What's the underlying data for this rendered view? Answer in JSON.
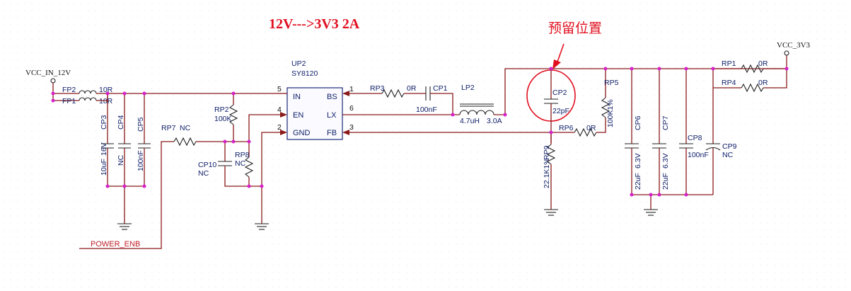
{
  "title": "12V--->3V3 2A",
  "note": "预留位置",
  "chip": {
    "ref": "UP2",
    "part": "SY8120",
    "pins": {
      "in": "IN",
      "en": "EN",
      "gnd": "GND",
      "bs": "BS",
      "lx": "LX",
      "fb": "FB"
    },
    "pin_numbers": {
      "in": "5",
      "en": "4",
      "gnd": "2",
      "bs": "1",
      "lx": "6",
      "fb": "3"
    }
  },
  "nets": {
    "vin": "VCC_IN_12V",
    "vout": "VCC_3V3",
    "enable": "POWER_ENB"
  },
  "components": {
    "fp2": "FP2",
    "fp2_val": "10R",
    "fp1": "FP1",
    "fp1_val": "10R",
    "cp3": "CP3",
    "cp3_val": "10uF",
    "cp3_volt": "16V",
    "cp4": "CP4",
    "cp4_val": "NC",
    "cp5": "CP5",
    "cp5_val": "100nF",
    "rp7": "RP7",
    "rp7_val": "NC",
    "rp2": "RP2",
    "rp2_val": "100K",
    "rp8": "RP8",
    "rp8_val": "NC",
    "cp10": "CP10",
    "cp10_val": "NC",
    "rp3": "RP3",
    "rp3_val": "0R",
    "cp1": "CP1",
    "cp1_val": "100nF",
    "lp2": "LP2",
    "lp2_val": "4.7uH",
    "lp2_cur": "3.0A",
    "cp2": "CP2",
    "cp2_val": "22pF",
    "rp5": "RP5",
    "rp5_val": "100K1%",
    "rp6": "RP6",
    "rp6_val": "0R",
    "rp9": "RP9",
    "rp9_val": "22.1K1%",
    "cp6": "CP6",
    "cp6_val": "22uF",
    "cp6_volt": "6.3V",
    "cp7": "CP7",
    "cp7_val": "22uF",
    "cp7_volt": "6.3V",
    "cp8": "CP8",
    "cp8_val": "100nF",
    "cp9": "CP9",
    "cp9_val": "NC",
    "rp1": "RP1",
    "rp1_val": "0R",
    "rp4": "RP4",
    "rp4_val": "0R"
  },
  "colors": {
    "wire": "#8b1a1a",
    "junction": "#d620c8",
    "highlight": "#e01020",
    "label": "#10206a"
  }
}
